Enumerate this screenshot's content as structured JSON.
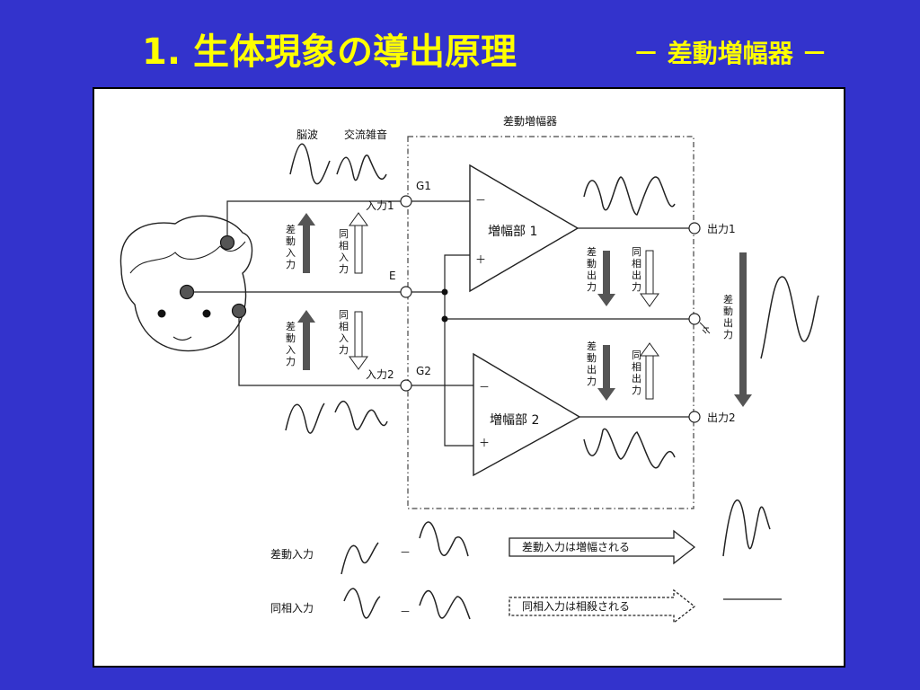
{
  "slide": {
    "title": "1. 生体現象の導出原理",
    "subtitle": "－ 差動増幅器 －"
  },
  "diagram": {
    "box_label": "差動増幅器",
    "brain_wave": "脳波",
    "ac_noise": "交流雑音",
    "g1": "G1",
    "g2": "G2",
    "e": "E",
    "input1": "入力1",
    "input2": "入力2",
    "output1": "出力1",
    "output2": "出力2",
    "amp1": "増幅部 1",
    "amp2": "増幅部 2",
    "minus": "－",
    "plus": "＋",
    "diff_input_v": [
      "差",
      "動",
      "入",
      "力"
    ],
    "common_input_v": [
      "同",
      "相",
      "入",
      "力"
    ],
    "diff_output_v": [
      "差",
      "動",
      "出",
      "力"
    ],
    "common_output_v": [
      "同",
      "相",
      "出",
      "力"
    ],
    "legend_diff": "差動入力",
    "legend_common": "同相入力",
    "legend_minus": "－",
    "diff_amplified": "差動入力は増幅される",
    "common_cancelled": "同相入力は相殺される"
  }
}
